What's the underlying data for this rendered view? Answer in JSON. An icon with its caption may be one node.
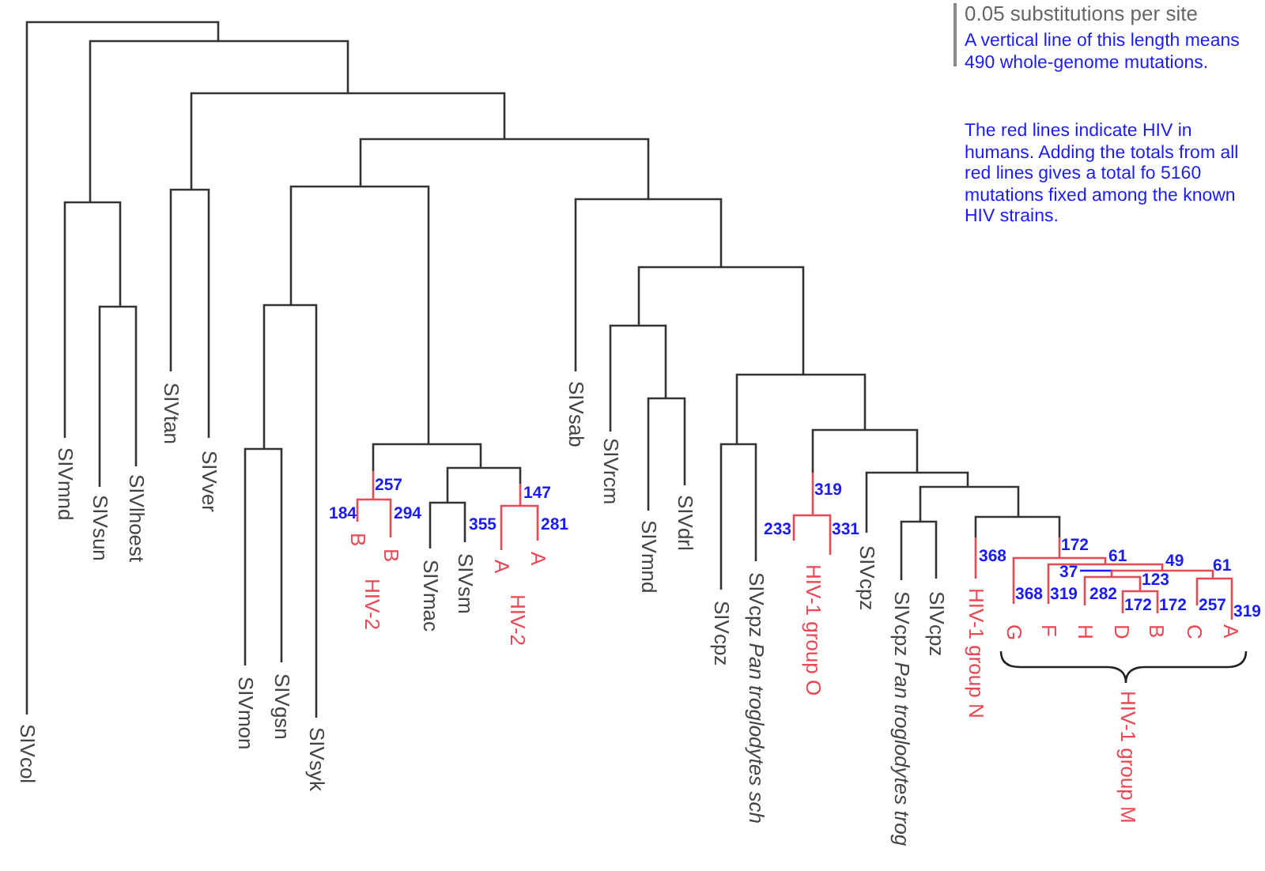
{
  "diagram": {
    "labels": [
      "0.05 substitutions per site",
      "A vertical line of this length means 490 whole-genome mutations.",
      "The red lines indicate HIV in humans. Adding the totals from all red lines gives a total fo 5160 mutations fixed among the known HIV strains.",
      "SIVcol",
      "SIVmnd",
      "SIVsun",
      "SIVlhoest",
      "SIVtan",
      "SIVver",
      "SIVmon",
      "SIVgsn",
      "SIVsyk",
      "B",
      "B",
      "HIV-2",
      "SIVmac",
      "SIVsm",
      "A",
      "A",
      "HIV-2",
      "SIVsab",
      "SIVrcm",
      "SIVmnd",
      "SIVdrl",
      "SIVcpz",
      "SIVcpz *Pan troglodytes sch*",
      "HIV-1 group O",
      "SIVcpz",
      "SIVcpz *Pan troglodytes trog*",
      "SIVcpz",
      "HIV-1 group N",
      "G",
      "F",
      "H",
      "D",
      "B",
      "C",
      "A",
      "HIV-1 group M",
      "257",
      "184",
      "294",
      "147",
      "355",
      "281",
      "319",
      "233",
      "331",
      "368",
      "172",
      "61",
      "49",
      "37",
      "61",
      "123",
      "368",
      "319",
      "282",
      "172",
      "172",
      "257",
      "319"
    ]
  }
}
